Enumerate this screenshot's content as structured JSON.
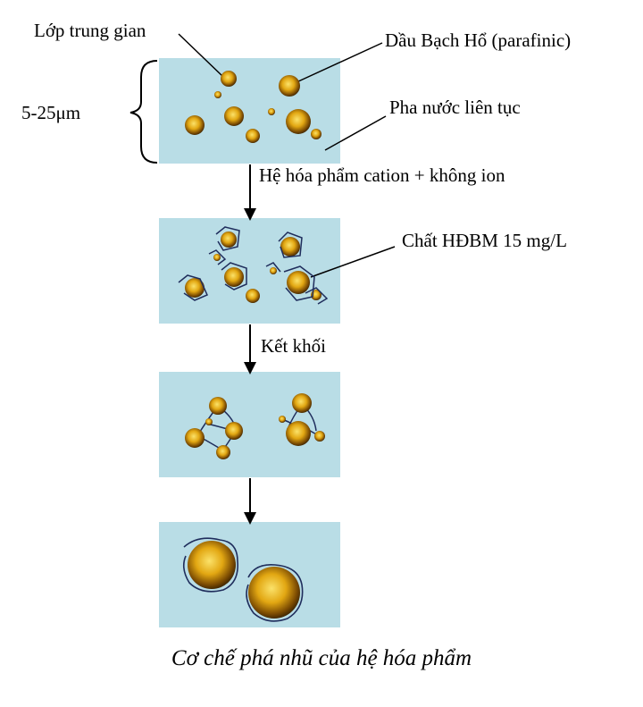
{
  "labels": {
    "interlayer": "Lớp trung gian",
    "oil": "Dầu Bạch Hổ (parafinic)",
    "size_range": "5-25μm",
    "water_phase": "Pha nước liên tục",
    "chemical_system": "Hệ hóa phẩm cation + không ion",
    "surfactant": "Chất HĐBM 15 mg/L",
    "coalescence": "Kết khối"
  },
  "caption": "Cơ chế phá nhũ của hệ hóa phẩm",
  "colors": {
    "panel": "#b9dde6",
    "droplet_light": "#f8d24a",
    "droplet_dark": "#3a2400",
    "surfactant_line": "#1f2d5c",
    "arrow": "#000000"
  }
}
